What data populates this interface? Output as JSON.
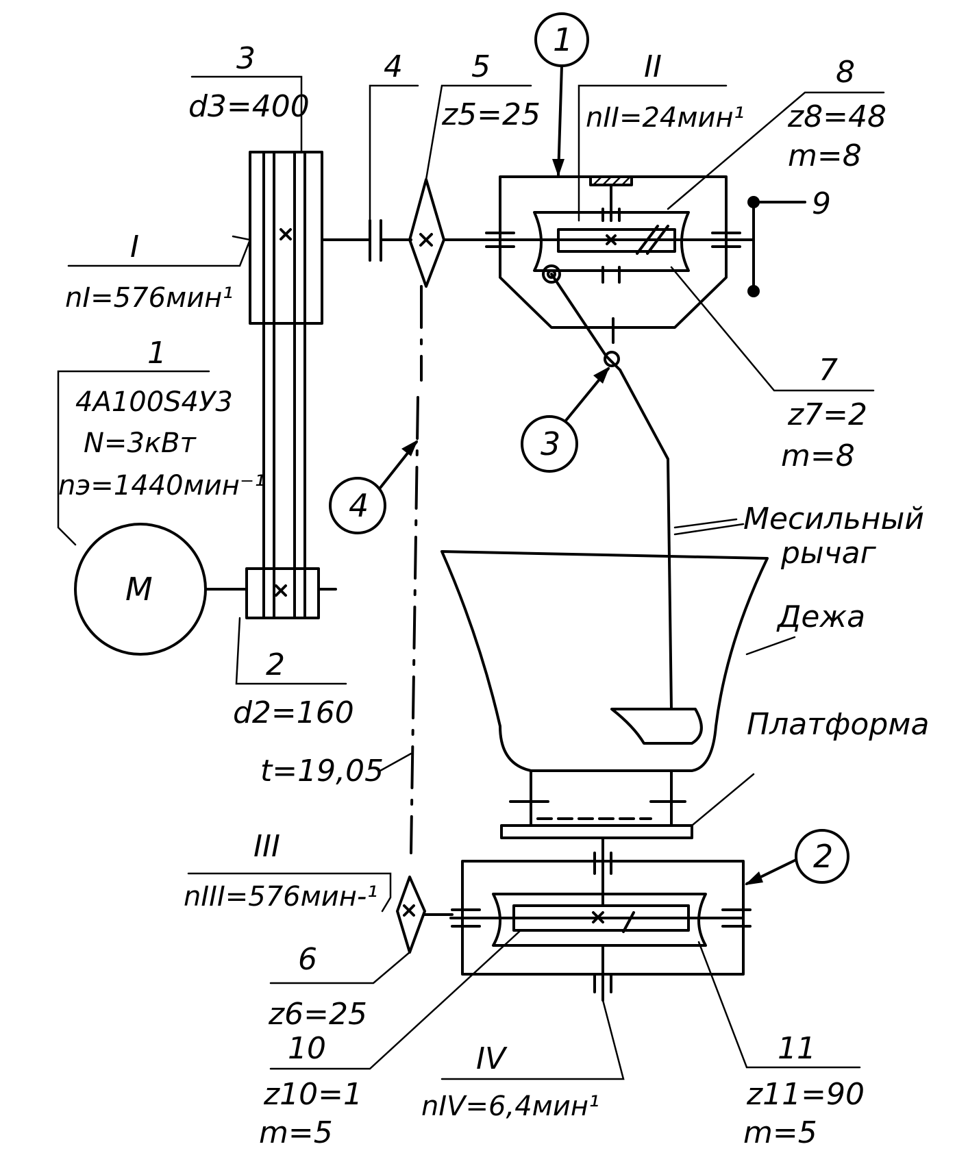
{
  "labels": {
    "callout_1": "1",
    "callout_2": "2",
    "callout_3": "3",
    "callout_4": "4",
    "motor_symbol": "M",
    "motor_num": "1",
    "motor_model": "4A100S4У3",
    "motor_power": "N=3кВт",
    "motor_speed": "nэ=1440мин⁻¹",
    "shaft_I": "I",
    "n_I": "nI=576мин¹",
    "pulley3_num": "3",
    "pulley3_d": "d3=400",
    "pulley2_num": "2",
    "pulley2_d": "d2=160",
    "coupling_num": "4",
    "sprocket5_num": "5",
    "sprocket5_z": "z5=25",
    "shaft_II": "II",
    "n_II": "nII=24мин¹",
    "gear8_num": "8",
    "gear8_z": "z8=48",
    "gear8_m": "m=8",
    "crank_num": "9",
    "worm7_num": "7",
    "worm7_z": "z7=2",
    "worm7_m": "m=8",
    "chain_pitch": "t=19,05",
    "lever_label_1": "Месильный",
    "lever_label_2": "рычаг",
    "bowl_label": "Дежа",
    "platform_label": "Платформа",
    "shaft_III": "III",
    "n_III": "nIII=576мин-¹",
    "sprocket6_num": "6",
    "sprocket6_z": "z6=25",
    "worm10_num": "10",
    "worm10_z": "z10=1",
    "worm10_m": "m=5",
    "shaft_IV": "IV",
    "n_IV": "nIV=6,4мин¹",
    "gear11_num": "11",
    "gear11_z": "z11=90",
    "gear11_m": "m=5"
  }
}
